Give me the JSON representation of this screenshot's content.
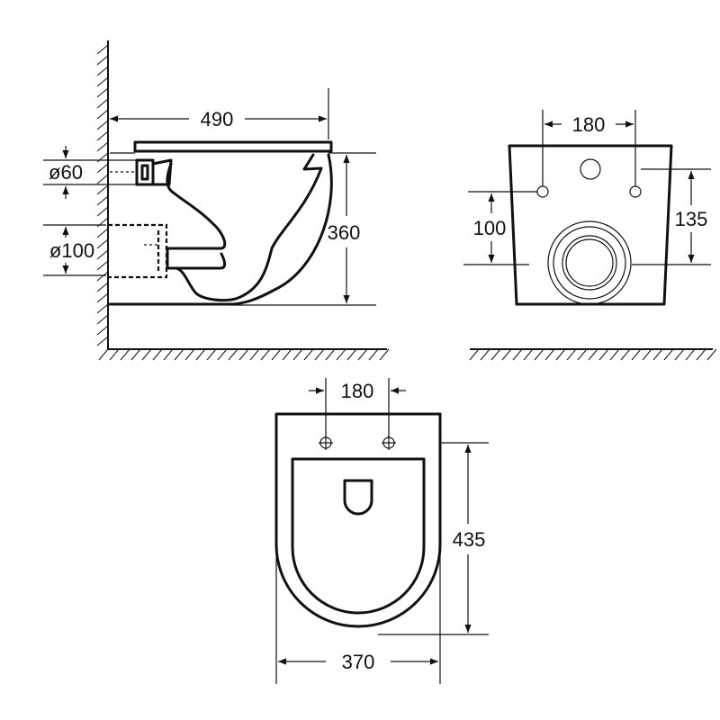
{
  "side_view": {
    "width_label": "490",
    "height_label": "360",
    "inlet_diameter_label": "ø60",
    "outlet_diameter_label": "ø100"
  },
  "rear_view": {
    "bolt_spacing_label": "180",
    "bolt_height_label": "100",
    "outlet_height_label": "135"
  },
  "top_view": {
    "bolt_spacing_label": "180",
    "length_label": "435",
    "width_label": "370"
  }
}
